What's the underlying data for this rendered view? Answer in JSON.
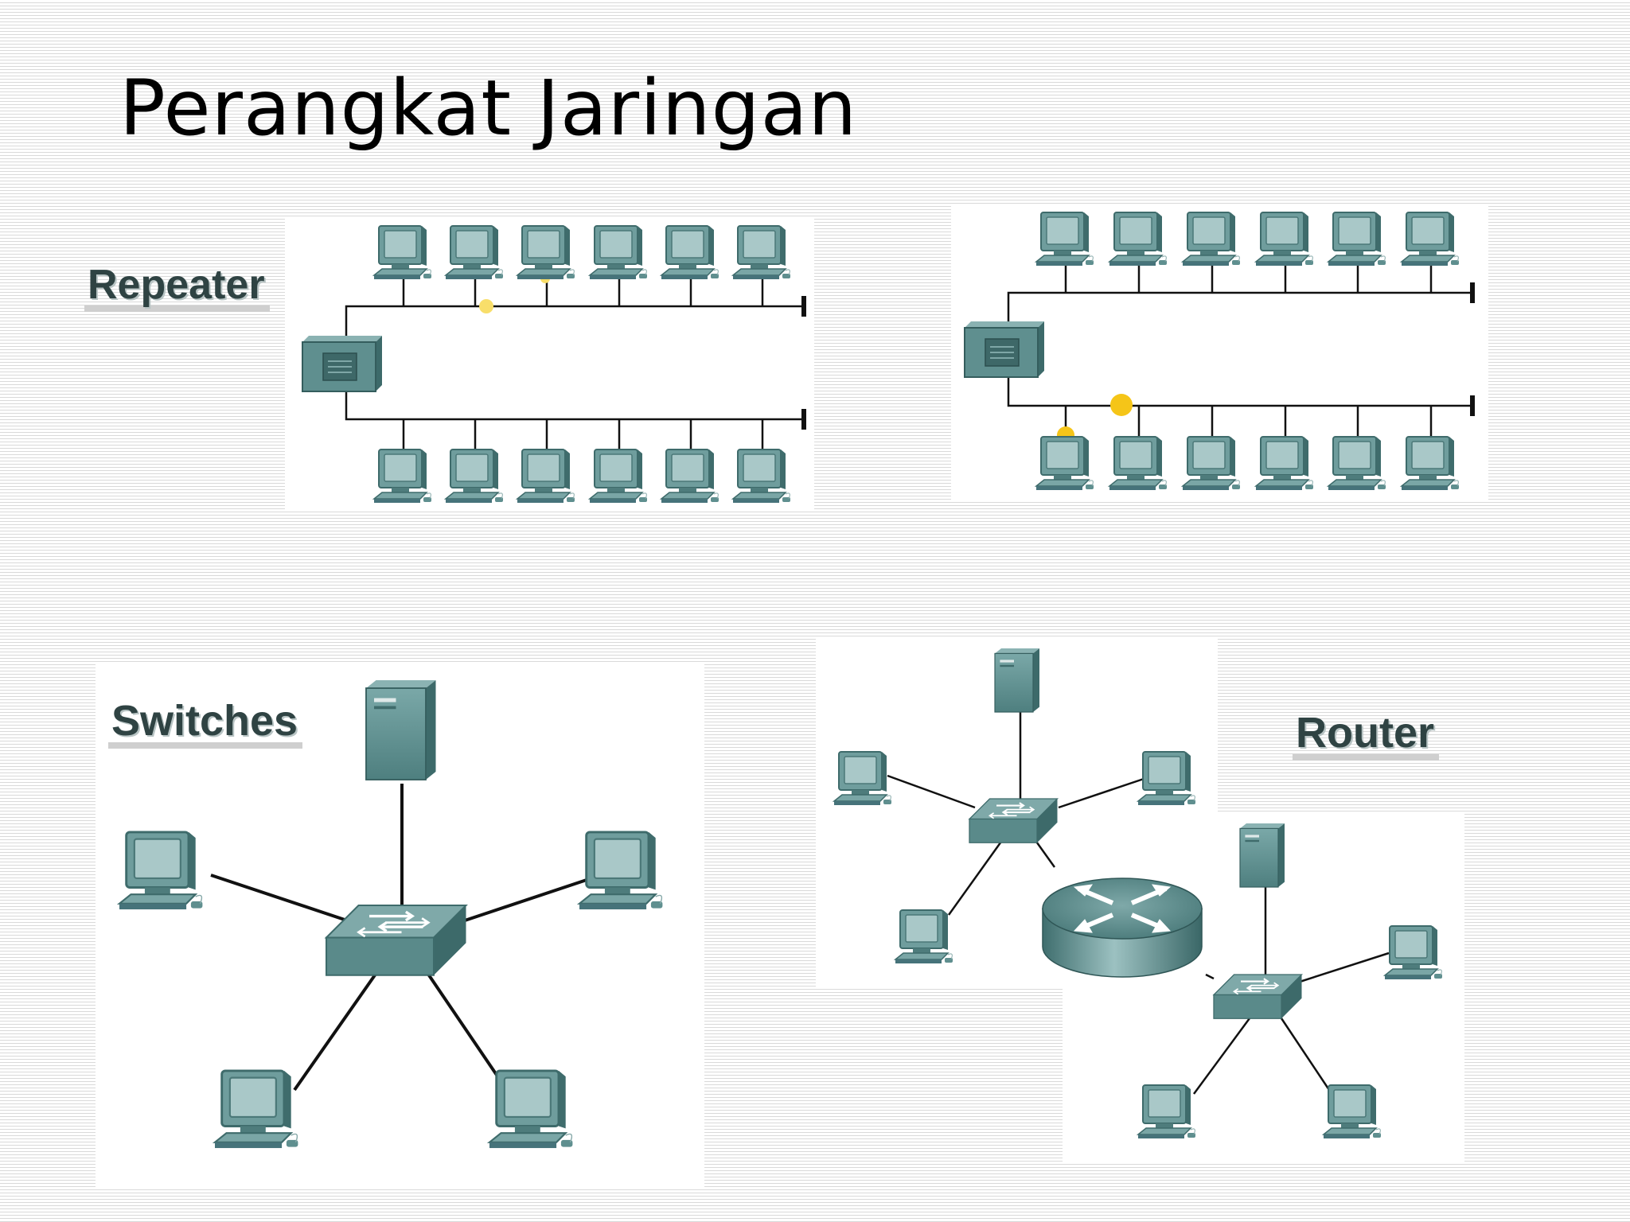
{
  "title": "Perangkat Jaringan",
  "labels": {
    "repeater": "Repeater",
    "switches": "Switches",
    "router": "Router"
  },
  "colors": {
    "device_teal": "#5f8f8f",
    "device_dark": "#2f5a5a",
    "screen": "#9fc1c1",
    "signal": "#f5c518",
    "line": "#111111"
  },
  "icons": [
    "computer-icon",
    "server-icon",
    "switch-icon",
    "router-icon",
    "repeater-icon"
  ]
}
